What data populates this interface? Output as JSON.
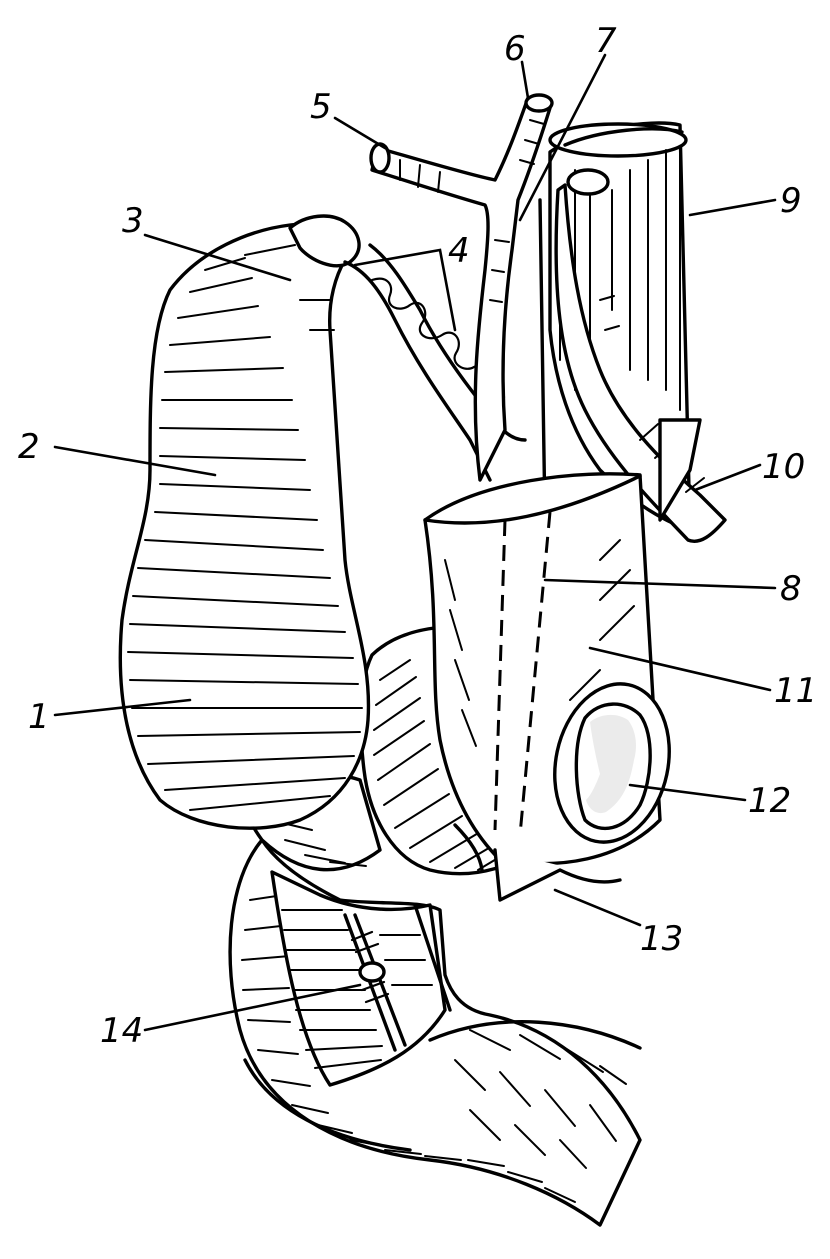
{
  "labels": [
    {
      "id": "1",
      "text": "1"
    },
    {
      "id": "2",
      "text": "2"
    },
    {
      "id": "3",
      "text": "3"
    },
    {
      "id": "4",
      "text": "4"
    },
    {
      "id": "5",
      "text": "5"
    },
    {
      "id": "6",
      "text": "6"
    },
    {
      "id": "7",
      "text": "7"
    },
    {
      "id": "8",
      "text": "8"
    },
    {
      "id": "9",
      "text": "9"
    },
    {
      "id": "10",
      "text": "10"
    },
    {
      "id": "11",
      "text": "11"
    },
    {
      "id": "12",
      "text": "12"
    },
    {
      "id": "13",
      "text": "13"
    },
    {
      "id": "14",
      "text": "14"
    }
  ],
  "style": {
    "ink": "#000000",
    "paper": "#ffffff"
  }
}
